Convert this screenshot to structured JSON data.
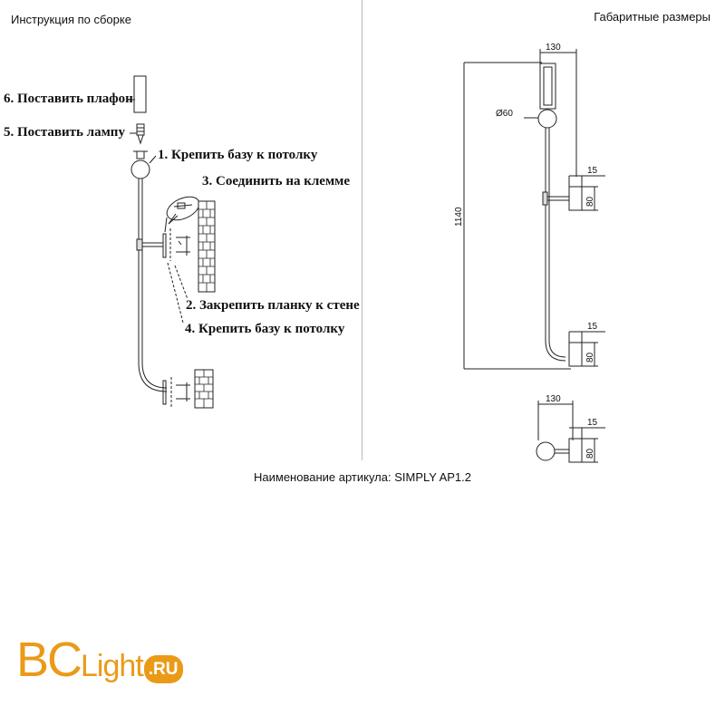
{
  "headings": {
    "left": "Инструкция по сборке",
    "right": "Габаритные размеры"
  },
  "steps": {
    "s6": "6. Поставить плафон",
    "s5": "5. Поставить лампу",
    "s1": "1. Крепить базу к потолку",
    "s3": "3. Соединить на клемме",
    "s2": "2. Закрепить планку к стене",
    "s4": "4. Крепить базу к потолку"
  },
  "dimensions": {
    "width_top": "130",
    "diameter": "Ø60",
    "height_total": "1140",
    "offset_upper": "15",
    "base_upper": "80",
    "offset_lower": "15",
    "base_lower": "80",
    "width_bottom": "130",
    "offset_bottom": "15",
    "base_bottom": "80"
  },
  "article": "Наименование артикула: SIMPLY AP1.2",
  "logo": {
    "bc": "BC",
    "light": "Light",
    "ru": ".RU",
    "color": "#eb9a18"
  }
}
